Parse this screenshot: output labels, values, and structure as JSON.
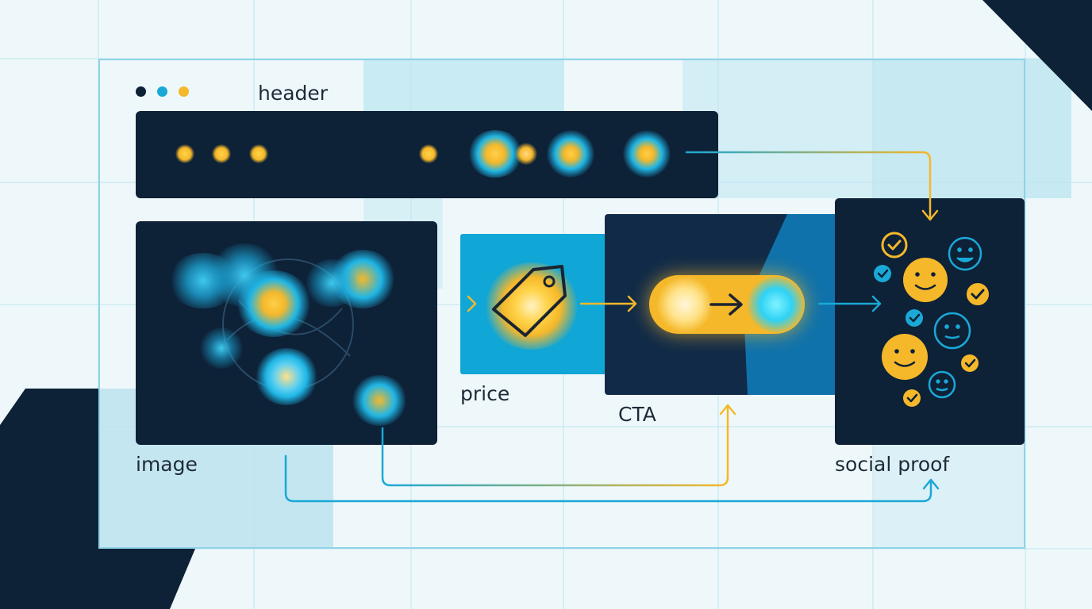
{
  "labels": {
    "header": "header",
    "image": "image",
    "price": "price",
    "cta": "CTA",
    "social_proof": "social proof"
  },
  "colors": {
    "navy": "#0d2137",
    "cyan": "#1aa8d6",
    "yellow": "#f5b82a",
    "frame": "#8fd3e6",
    "background": "#eef8fb"
  },
  "window_dots": [
    "#0d2137",
    "#1aa8d6",
    "#f5b82a"
  ],
  "icons": {
    "price": "price-tag-icon",
    "cta": "arrow-right-icon",
    "social": [
      "check-icon",
      "smiley-icon"
    ]
  }
}
